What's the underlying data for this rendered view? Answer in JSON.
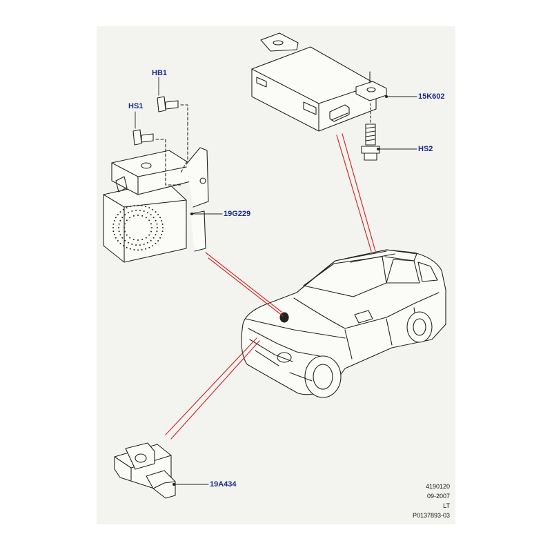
{
  "callouts": {
    "hb1": "HB1",
    "hs1": "HS1",
    "k15_602": "15K602",
    "hs2": "HS2",
    "g19_229": "19G229",
    "a19_434": "19A434"
  },
  "reference": {
    "number": "4190120",
    "date": "09-2007",
    "market": "LT",
    "part_code": "P0137893-03"
  },
  "colors": {
    "label": "#1a2a8c",
    "leader_red": "#d42a2a",
    "sheet": "#f3f3ef",
    "line": "#222222"
  }
}
